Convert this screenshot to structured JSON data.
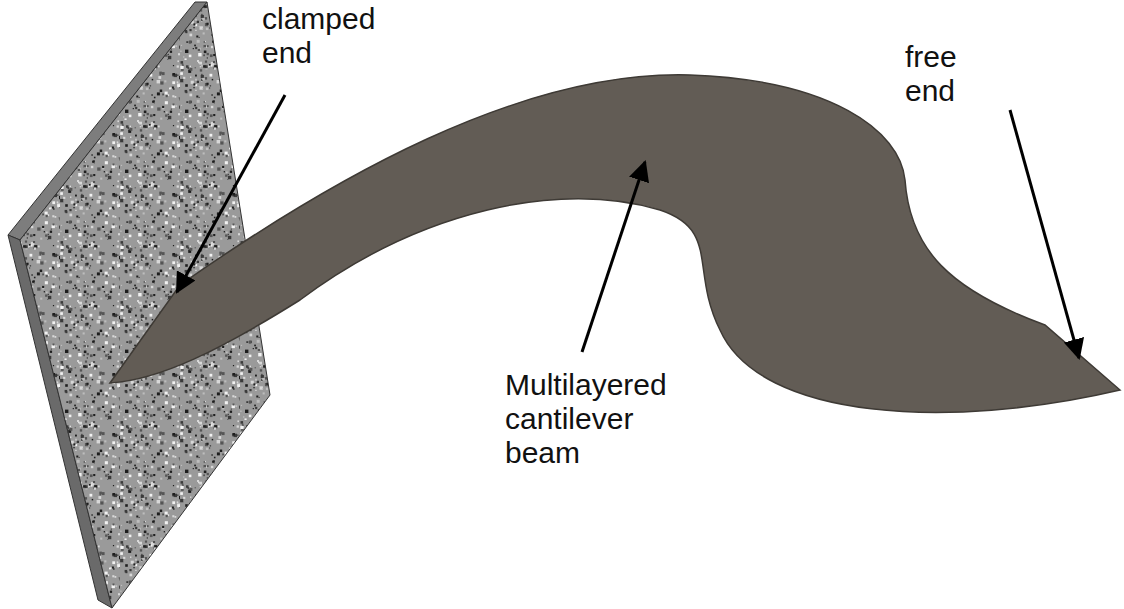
{
  "diagram": {
    "labels": [
      "clamped end",
      "Multilayered cantilever beam",
      "free end"
    ]
  }
}
